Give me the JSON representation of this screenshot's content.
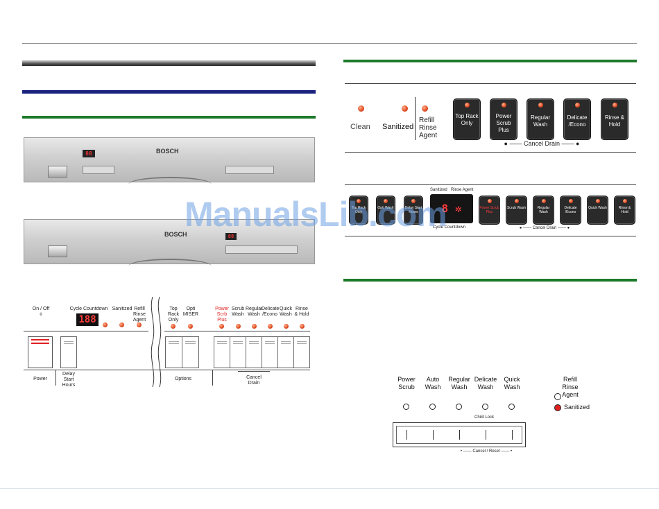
{
  "panel_brand": "BOSCH",
  "top_right_panel": {
    "indicators": [
      "Clean",
      "Sanitized",
      "Refill Rinse Agent"
    ],
    "buttons": [
      "Top Rack Only",
      "Power Scrub Plus",
      "Regular Wash",
      "Delicate /Econo",
      "Rinse & Hold"
    ],
    "cancel_drain": "Cancel Drain"
  },
  "mid_right_panel": {
    "buttons": [
      "Top Rack Only",
      "Opti Wash",
      "Delay Start Hours",
      "Power Scrub Plus",
      "Scrub Wash",
      "Regular Wash",
      "Delicate /Econo",
      "Quick Wash",
      "Rinse & Hold"
    ],
    "display_labels": [
      "Sanitized",
      "Rinse Agent",
      "Cycle Countdown"
    ],
    "cancel_drain": "Cancel Drain"
  },
  "left_diagram": {
    "onoff": "On / Off",
    "cycle_countdown": "Cycle Countdown",
    "display_value": "188",
    "sanitized": "Sanitized",
    "refill": "Refill Rinse Agent",
    "top_rack": "Top Rack Only",
    "opti": "Opti MISER",
    "cycles": [
      "Power Scrb Plus",
      "Scrub Wash",
      "Regular Wash",
      "Delicate /Econo",
      "Quick Wash",
      "Rinse & Hold"
    ],
    "power": "Power",
    "delay": "Delay Start Hours",
    "options": "Options",
    "cancel_drain": "Cancel Drain"
  },
  "bottom_right_panel": {
    "cycles": [
      "Power Scrub",
      "Auto Wash",
      "Regular Wash",
      "Delicate Wash",
      "Quick Wash"
    ],
    "refill": "Refill Rinse Agent",
    "sanitized": "Sanitized",
    "child_lock": "Child Lock",
    "cancel_reset": "Cancel / Reset"
  },
  "watermark": "ManualsLib.com",
  "colors": {
    "green_rule": "#1d7a2a",
    "navy_rule": "#1a237e",
    "led": "#e04a22"
  }
}
